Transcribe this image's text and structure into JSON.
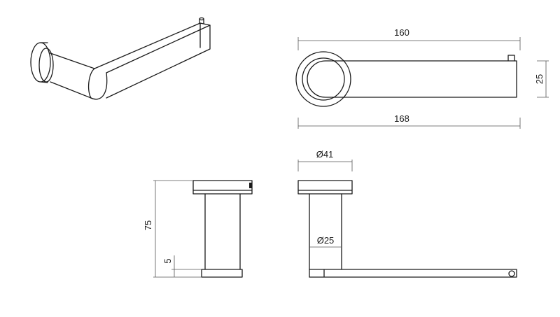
{
  "dimensions": {
    "length_top": "160",
    "length_bottom": "168",
    "height_right": "25",
    "flange_diameter": "Ø41",
    "post_diameter": "Ø25",
    "total_height": "75",
    "bar_thickness": "5"
  }
}
